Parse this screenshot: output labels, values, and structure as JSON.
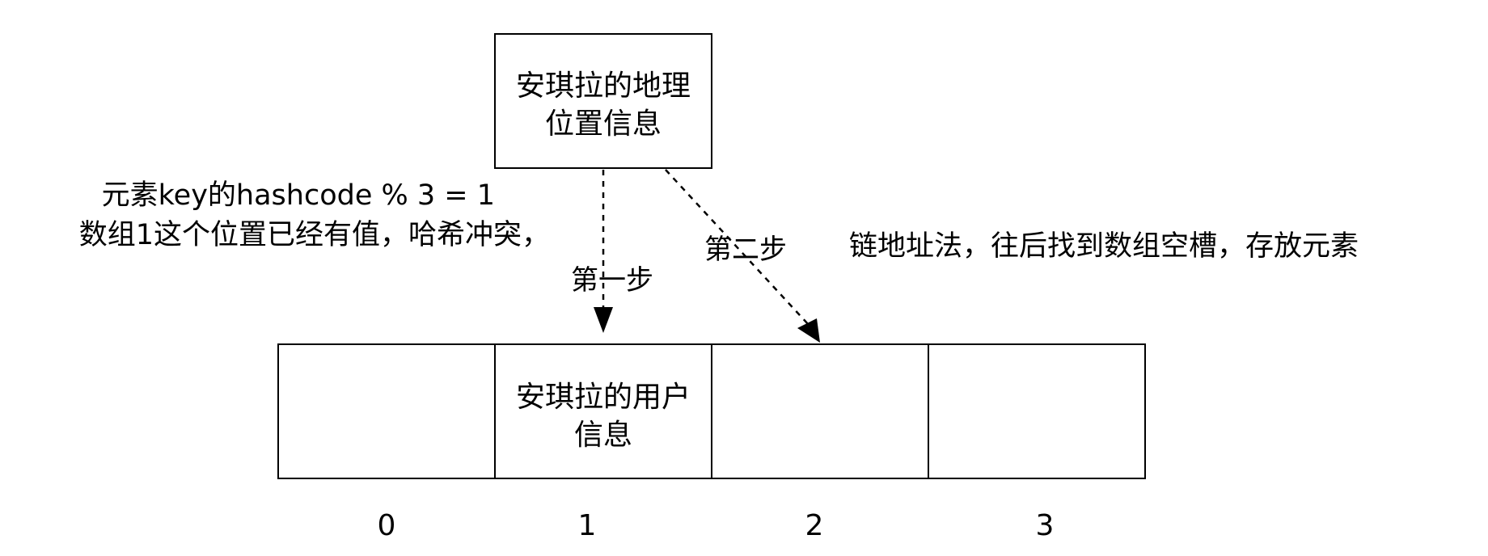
{
  "source_box": {
    "lines": [
      "安琪拉的地理",
      "位置信息"
    ]
  },
  "collision_note": {
    "lines": [
      "元素key的hashcode % 3 = 1",
      "数组1这个位置已经有值，哈希冲突，"
    ]
  },
  "resolution_note": "链地址法，往后找到数组空槽，存放元素",
  "steps": {
    "step1": "第一步",
    "step2": "第二步"
  },
  "array": {
    "cells": [
      {
        "index": "0",
        "lines": []
      },
      {
        "index": "1",
        "lines": [
          "安琪拉的用户",
          "信息"
        ]
      },
      {
        "index": "2",
        "lines": []
      },
      {
        "index": "3",
        "lines": []
      }
    ]
  }
}
